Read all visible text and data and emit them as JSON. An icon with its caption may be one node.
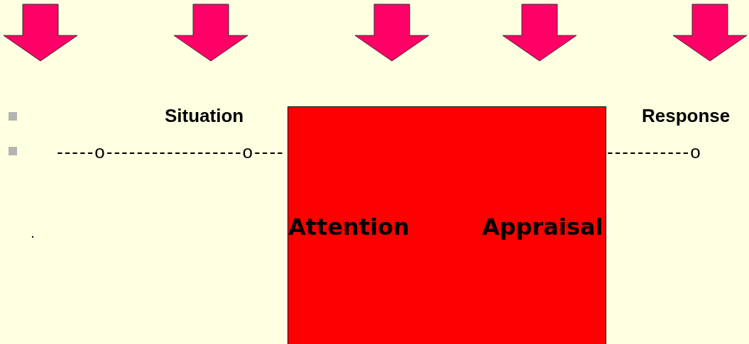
{
  "diagram": {
    "nodes": [
      {
        "text": [
          "Attention",
          "Appraisal"
        ]
      }
    ],
    "labels": [
      "Situation",
      "Response",
      "-----o------------------o----",
      "-----------o"
    ]
  }
}
